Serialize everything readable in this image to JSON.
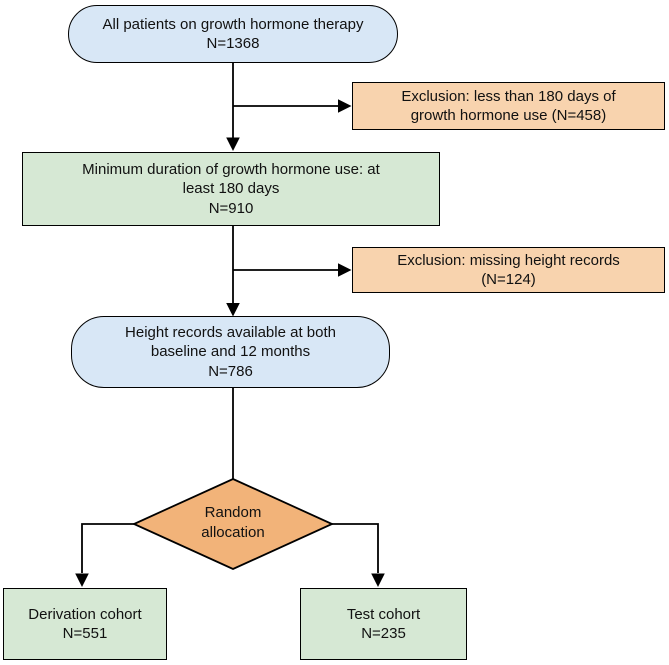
{
  "colors": {
    "stadium_blue": "#d8e7f6",
    "process_green": "#d6e8d4",
    "exclusion_peach": "#f8d3ae",
    "diamond_orange": "#f2b379",
    "line_black": "#000000"
  },
  "nodes": {
    "start": {
      "text": "All patients on growth hormone therapy\nN=1368",
      "n": 1368
    },
    "exclusion_1": {
      "text": "Exclusion: less than 180 days of\ngrowth hormone use (N=458)",
      "n": 458
    },
    "min_duration": {
      "text": "Minimum duration of growth hormone use: at\nleast 180 days\nN=910",
      "n": 910
    },
    "exclusion_2": {
      "text": "Exclusion: missing height records\n(N=124)",
      "n": 124
    },
    "height_records": {
      "text": "Height records available at both\nbaseline and 12 months\nN=786",
      "n": 786
    },
    "random_allocation": {
      "text": "Random\nallocation"
    },
    "derivation_cohort": {
      "text": "Derivation cohort\nN=551",
      "n": 551
    },
    "test_cohort": {
      "text": "Test cohort\nN=235",
      "n": 235
    }
  },
  "edges": [
    {
      "from": "start",
      "to": "min_duration"
    },
    {
      "from": "start",
      "to": "exclusion_1"
    },
    {
      "from": "min_duration",
      "to": "height_records"
    },
    {
      "from": "min_duration",
      "to": "exclusion_2"
    },
    {
      "from": "height_records",
      "to": "random_allocation"
    },
    {
      "from": "random_allocation",
      "to": "derivation_cohort"
    },
    {
      "from": "random_allocation",
      "to": "test_cohort"
    }
  ]
}
